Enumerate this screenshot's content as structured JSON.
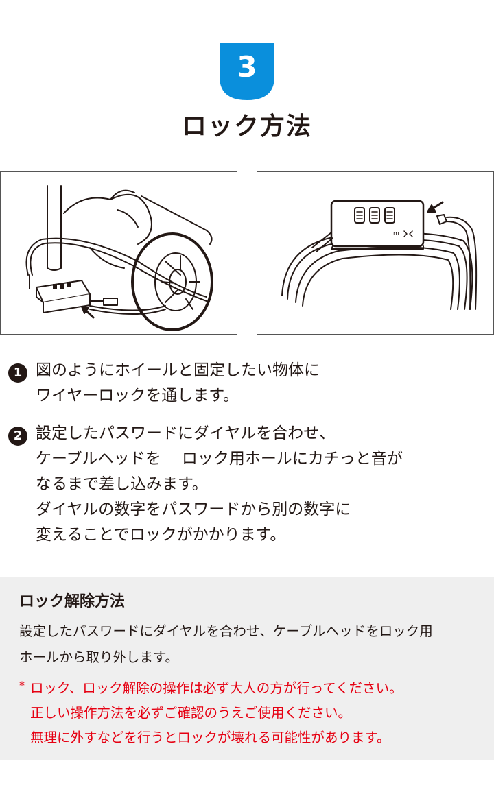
{
  "header": {
    "step_number": "3",
    "title": "ロック方法",
    "badge_color": "#0a8fdc"
  },
  "steps": [
    {
      "marker": "1",
      "lines": [
        "図のようにホイールと固定したい物体に",
        "ワイヤーロックを通します。"
      ]
    },
    {
      "marker": "2",
      "lines": [
        "設定したパスワードにダイヤルを合わせ、",
        "ケーブルヘッドを　 ロック用ホールにカチっと音が",
        "なるまで差し込みます。",
        "ダイヤルの数字をパスワードから別の数字に",
        "変えることでロックがかかります。"
      ]
    }
  ],
  "unlock": {
    "title": "ロック解除方法",
    "lines": [
      "設定したパスワードにダイヤルを合わせ、ケーブルヘッドをロック用",
      "ホールから取り外します。"
    ],
    "caution_mark": "*",
    "caution_lines": [
      "ロック、ロック解除の操作は必ず大人の方が行ってください。",
      "正しい操作方法を必ずご確認のうえご使用ください。",
      "無理に外すなどを行うとロックが壊れる可能性があります。"
    ],
    "caution_color": "#e60012",
    "background": "#efefef"
  },
  "illustrations": {
    "left": "wheel-lock-illustration",
    "right": "cable-lock-closeup-illustration"
  }
}
